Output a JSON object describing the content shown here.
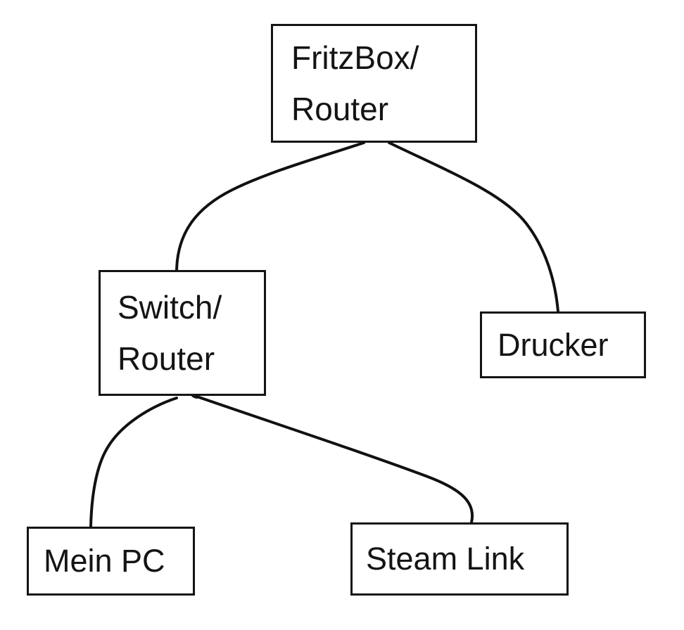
{
  "diagram": {
    "type": "network-topology-tree",
    "colors": {
      "ink": "#111111",
      "background": "#ffffff"
    },
    "nodes": {
      "fritzbox_router": {
        "line1": "FritzBox/",
        "line2": "Router"
      },
      "switch_router": {
        "line1": "Switch/",
        "line2": "Router"
      },
      "drucker": {
        "label": "Drucker"
      },
      "mein_pc": {
        "label": "Mein PC"
      },
      "steam_link": {
        "label": "Steam Link"
      }
    },
    "edges": [
      {
        "from": "fritzbox_router",
        "to": "switch_router"
      },
      {
        "from": "fritzbox_router",
        "to": "drucker"
      },
      {
        "from": "switch_router",
        "to": "mein_pc"
      },
      {
        "from": "switch_router",
        "to": "steam_link"
      }
    ]
  }
}
